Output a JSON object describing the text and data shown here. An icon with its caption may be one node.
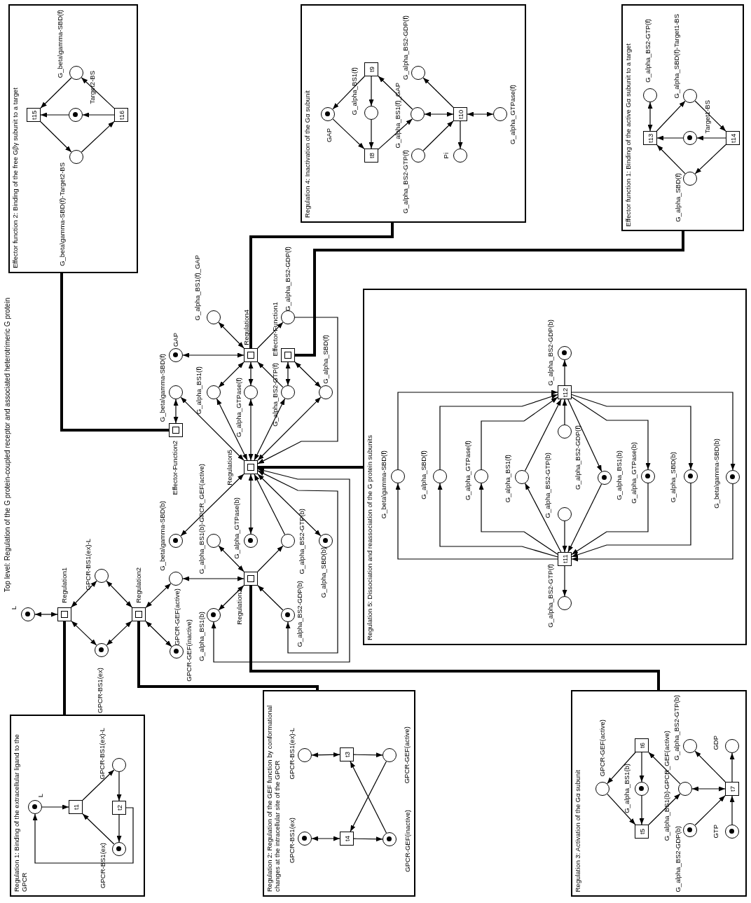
{
  "diagram": {
    "title": "Top level: Regulation of the G protein-coupled receptor and associated heterotrimeric G protein",
    "nodes": [
      {
        "text": [
          "L"
        ]
      },
      {
        "text": [
          "Regulation1"
        ]
      },
      {
        "text": [
          "GPCR-BS1(ex)-L"
        ]
      },
      {
        "text": [
          "GPCR-BS1(ex)"
        ]
      },
      {
        "text": [
          "Regulation2"
        ]
      },
      {
        "text": [
          "GPCR-GEF(active)"
        ]
      },
      {
        "text": [
          "GPCR-GEF(inactive)"
        ]
      },
      {
        "text": [
          "Regulation3"
        ]
      },
      {
        "text": [
          "G_alpha_BS1(b)"
        ]
      },
      {
        "text": [
          "G_alpha_BS2-GDP(b)"
        ]
      },
      {
        "text": [
          "G_alpha_BS1(b)-GPCR_GEF(active)"
        ]
      },
      {
        "text": [
          "G_alpha_BS2-GTP(b)"
        ]
      },
      {
        "text": [
          "G_beta\\gamma-SBD(b)"
        ]
      },
      {
        "text": [
          "G_alpha_GTPase(b)"
        ]
      },
      {
        "text": [
          "G_alpha_SBD(b)"
        ]
      },
      {
        "text": [
          "Regulation5"
        ]
      },
      {
        "text": [
          "G_beta\\gamma-SBD(f)"
        ]
      },
      {
        "text": [
          "Effector-Function2"
        ]
      },
      {
        "text": [
          "G_alpha_BS1(f)"
        ]
      },
      {
        "text": [
          "G_alpha_GTPase(f)"
        ]
      },
      {
        "text": [
          "G_alpha_BS2-GTP(f)"
        ]
      },
      {
        "text": [
          "G_alpha_SBD(f)"
        ]
      },
      {
        "text": [
          "Regulation4"
        ]
      },
      {
        "text": [
          "GAP"
        ]
      },
      {
        "text": [
          "G_alpha_BS1(f)_GAP"
        ]
      },
      {
        "text": [
          "G_alpha_BS2-GDP(f)"
        ]
      },
      {
        "text": [
          "Effector-Function1"
        ]
      },
      {
        "text": [
          "Regulation 1: Binding of the extracellular ligand to the GPCR"
        ]
      },
      {
        "text": [
          "L"
        ],
        "in": 27
      },
      {
        "text": [
          "t1"
        ],
        "in": 27
      },
      {
        "text": [
          "GPCR-BS1(ex)-L"
        ],
        "in": 27
      },
      {
        "text": [
          "t2"
        ],
        "in": 27
      },
      {
        "text": [
          "GPCR-BS1(ex)"
        ],
        "in": 27
      },
      {
        "text": [
          "Regulation 2: Regulation of the GEF function by conformational changes at the intracellular site of the GPCR"
        ]
      },
      {
        "text": [
          "GPCR-BS1(ex)-L"
        ],
        "in": 33
      },
      {
        "text": [
          "t3"
        ],
        "in": 33
      },
      {
        "text": [
          "GPCR-GEF(active)"
        ],
        "in": 33
      },
      {
        "text": [
          "GPCR-BS1(ex)"
        ],
        "in": 33
      },
      {
        "text": [
          "t4"
        ],
        "in": 33
      },
      {
        "text": [
          "GPCR-GEF(inactive)"
        ],
        "in": 33
      },
      {
        "text": [
          "Regulation 3: Activation of the Gα subunit"
        ]
      },
      {
        "text": [
          "GPCR-GEF(active)"
        ],
        "in": 40
      },
      {
        "text": [
          "G_alpha_BS1(b)"
        ],
        "in": 40
      },
      {
        "text": [
          "t6"
        ],
        "in": 40
      },
      {
        "text": [
          "t5"
        ],
        "in": 40
      },
      {
        "text": [
          "G_alpha_BS1(b)-GPCR_GEF(active)"
        ],
        "in": 40
      },
      {
        "text": [
          "G_alpha_BS2-GDP(b)"
        ],
        "in": 40
      },
      {
        "text": [
          "t7"
        ],
        "in": 40
      },
      {
        "text": [
          "G_alpha_BS2-GTP(b)"
        ],
        "in": 40
      },
      {
        "text": [
          "GDP"
        ],
        "in": 40
      },
      {
        "text": [
          "GTP"
        ],
        "in": 40
      },
      {
        "text": [
          "Regulation 5: Dissociation and reassociation of the G protein subunits"
        ]
      },
      {
        "text": [
          "G_alpha_BS2-GDP(b)"
        ],
        "in": 51
      },
      {
        "text": [
          "t12"
        ],
        "in": 51
      },
      {
        "text": [
          "G_alpha_BS2-GDP(f)"
        ],
        "in": 51
      },
      {
        "text": [
          "G_beta\\gamma-SBD(f)"
        ],
        "in": 51
      },
      {
        "text": [
          "G_alpha_SBD(f)"
        ],
        "in": 51
      },
      {
        "text": [
          "G_alpha_GTPase(f)"
        ],
        "in": 51
      },
      {
        "text": [
          "G_alpha_BS1(f)"
        ],
        "in": 51
      },
      {
        "text": [
          "G_alpha_BS2-GTP(b)"
        ],
        "in": 51
      },
      {
        "text": [
          "G_alpha_BS1(b)"
        ],
        "in": 51
      },
      {
        "text": [
          "G_alpha_GTPase(b)"
        ],
        "in": 51
      },
      {
        "text": [
          "G_alpha_SBD(b)"
        ],
        "in": 51
      },
      {
        "text": [
          "G_beta\\gamma-SBD(b)"
        ],
        "in": 51
      },
      {
        "text": [
          "t11"
        ],
        "in": 51
      },
      {
        "text": [
          "G_alpha_BS2-GTP(f)"
        ],
        "in": 51
      },
      {
        "text": [
          "Regulation 4: Inactivation of the Gα subunit"
        ]
      },
      {
        "text": [
          "GAP"
        ],
        "in": 66
      },
      {
        "text": [
          "G_alpha_BS1(f)"
        ],
        "in": 66
      },
      {
        "text": [
          "t9"
        ],
        "in": 66
      },
      {
        "text": [
          "t8"
        ],
        "in": 66
      },
      {
        "text": [
          "G_alpha_BS1(f)_GAP"
        ],
        "in": 66
      },
      {
        "text": [
          "G_alpha_BS2-GDP(f)"
        ],
        "in": 66
      },
      {
        "text": [
          "G_alpha_BS2-GTP(f)"
        ],
        "in": 66
      },
      {
        "text": [
          "t10"
        ],
        "in": 66
      },
      {
        "text": [
          "Pi"
        ],
        "in": 66
      },
      {
        "text": [
          "G_alpha_GTPase(f)"
        ],
        "in": 66
      },
      {
        "text": [
          "Effector function 2: Binding of the free Gβγ subunit to a target"
        ]
      },
      {
        "text": [
          "G_beta\\gamma-SBD(f)"
        ],
        "in": 77
      },
      {
        "text": [
          "Target2-BS"
        ],
        "in": 77
      },
      {
        "text": [
          "t15"
        ],
        "in": 77
      },
      {
        "text": [
          "t16"
        ],
        "in": 77
      },
      {
        "text": [
          "G_beta\\gamma-SBD(f)-Target2-BS"
        ],
        "in": 77
      },
      {
        "text": [
          "Effector function 1: Binding of the active Gα subunit to a target"
        ]
      },
      {
        "text": [
          "G_alpha_BS2-GTP(f)"
        ],
        "in": 83
      },
      {
        "text": [
          "t13"
        ],
        "in": 83
      },
      {
        "text": [
          "G_alpha_SBD(f)-Target1-BS"
        ],
        "in": 83
      },
      {
        "text": [
          "Target1-BS"
        ],
        "in": 83
      },
      {
        "text": [
          "t14"
        ],
        "in": 83
      },
      {
        "text": [
          "G_alpha_SBD(f)"
        ],
        "in": 83
      }
    ],
    "edges": [
      {
        "from": 0,
        "to": 1,
        "arrow": "both"
      },
      {
        "from": 1,
        "to": 2,
        "arrow": "both"
      },
      {
        "from": 1,
        "to": 3,
        "arrow": "both"
      },
      {
        "from": 4,
        "to": 2,
        "arrow": "both"
      },
      {
        "from": 4,
        "to": 3,
        "arrow": "both"
      },
      {
        "from": 4,
        "to": 5,
        "arrow": "both"
      },
      {
        "from": 4,
        "to": 6,
        "arrow": "both"
      },
      {
        "from": 7,
        "to": 5,
        "arrow": "both"
      },
      {
        "from": 7,
        "to": 8,
        "arrow": "both"
      },
      {
        "from": 7,
        "to": 10,
        "arrow": "both"
      },
      {
        "from": 7,
        "to": 11,
        "arrow": "to"
      },
      {
        "from": 9,
        "to": 7,
        "arrow": "to"
      },
      {
        "from": 15,
        "to": 8,
        "arrow": "both"
      },
      {
        "from": 15,
        "to": 9,
        "arrow": "both"
      },
      {
        "from": 15,
        "to": 12,
        "arrow": "both"
      },
      {
        "from": 15,
        "to": 13,
        "arrow": "both"
      },
      {
        "from": 11,
        "to": 15,
        "arrow": "to"
      },
      {
        "from": 15,
        "to": 14,
        "arrow": "both"
      },
      {
        "from": 15,
        "to": 16,
        "arrow": "both"
      },
      {
        "from": 15,
        "to": 18,
        "arrow": "both"
      },
      {
        "from": 15,
        "to": 19,
        "arrow": "both"
      },
      {
        "from": 15,
        "to": 20,
        "arrow": "both"
      },
      {
        "from": 15,
        "to": 21,
        "arrow": "both"
      },
      {
        "from": 25,
        "to": 15,
        "arrow": "to"
      },
      {
        "from": 17,
        "to": 16,
        "arrow": "both"
      },
      {
        "from": 22,
        "to": 23,
        "arrow": "both"
      },
      {
        "from": 22,
        "to": 24,
        "arrow": "both"
      },
      {
        "from": 22,
        "to": 25,
        "arrow": "to"
      },
      {
        "from": 22,
        "to": 18,
        "arrow": "both"
      },
      {
        "from": 22,
        "to": 19,
        "arrow": "both"
      },
      {
        "from": 20,
        "to": 22,
        "arrow": "to"
      },
      {
        "from": 26,
        "to": 20,
        "arrow": "both"
      },
      {
        "from": 26,
        "to": 21,
        "arrow": "both"
      },
      {
        "from": 1,
        "to": 27,
        "arrow": "none",
        "style": "thick"
      },
      {
        "from": 4,
        "to": 33,
        "arrow": "none",
        "style": "thick"
      },
      {
        "from": 7,
        "to": 40,
        "arrow": "none",
        "style": "thick"
      },
      {
        "from": 22,
        "to": 66,
        "arrow": "none",
        "style": "thick"
      },
      {
        "from": 15,
        "to": 51,
        "arrow": "none",
        "style": "thick"
      },
      {
        "from": 26,
        "to": 83,
        "arrow": "none",
        "style": "thick"
      },
      {
        "from": 17,
        "to": 77,
        "arrow": "none",
        "style": "thick"
      },
      {
        "from": 28,
        "to": 29,
        "arrow": "to"
      },
      {
        "from": 32,
        "to": 29,
        "arrow": "to"
      },
      {
        "from": 29,
        "to": 30,
        "arrow": "to"
      },
      {
        "from": 30,
        "to": 31,
        "arrow": "to"
      },
      {
        "from": 31,
        "to": 32,
        "arrow": "to"
      },
      {
        "from": 31,
        "to": 28,
        "arrow": "to"
      },
      {
        "from": 34,
        "to": 35,
        "arrow": "both"
      },
      {
        "from": 35,
        "to": 36,
        "arrow": "to"
      },
      {
        "from": 37,
        "to": 38,
        "arrow": "both"
      },
      {
        "from": 38,
        "to": 39,
        "arrow": "to"
      },
      {
        "from": 39,
        "to": 35,
        "arrow": "to"
      },
      {
        "from": 36,
        "to": 38,
        "arrow": "to"
      },
      {
        "from": 43,
        "to": 41,
        "arrow": "to"
      },
      {
        "from": 43,
        "to": 42,
        "arrow": "to"
      },
      {
        "from": 45,
        "to": 43,
        "arrow": "to"
      },
      {
        "from": 41,
        "to": 44,
        "arrow": "to"
      },
      {
        "from": 42,
        "to": 44,
        "arrow": "to"
      },
      {
        "from": 44,
        "to": 45,
        "arrow": "to"
      },
      {
        "from": 45,
        "to": 47,
        "arrow": "both"
      },
      {
        "from": 46,
        "to": 47,
        "arrow": "to"
      },
      {
        "from": 50,
        "to": 47,
        "arrow": "to"
      },
      {
        "from": 47,
        "to": 48,
        "arrow": "to"
      },
      {
        "from": 47,
        "to": 49,
        "arrow": "to"
      },
      {
        "from": 53,
        "to": 52,
        "arrow": "to"
      },
      {
        "from": 54,
        "to": 53,
        "arrow": "to"
      },
      {
        "from": 55,
        "to": 53,
        "arrow": "to"
      },
      {
        "from": 56,
        "to": 53,
        "arrow": "to"
      },
      {
        "from": 57,
        "to": 53,
        "arrow": "to"
      },
      {
        "from": 58,
        "to": 53,
        "arrow": "to"
      },
      {
        "from": 53,
        "to": 60,
        "arrow": "to"
      },
      {
        "from": 53,
        "to": 61,
        "arrow": "to"
      },
      {
        "from": 53,
        "to": 62,
        "arrow": "to"
      },
      {
        "from": 53,
        "to": 63,
        "arrow": "to"
      },
      {
        "from": 64,
        "to": 55,
        "arrow": "to"
      },
      {
        "from": 64,
        "to": 56,
        "arrow": "to"
      },
      {
        "from": 64,
        "to": 57,
        "arrow": "to"
      },
      {
        "from": 64,
        "to": 58,
        "arrow": "to"
      },
      {
        "from": 60,
        "to": 64,
        "arrow": "to"
      },
      {
        "from": 61,
        "to": 64,
        "arrow": "to"
      },
      {
        "from": 62,
        "to": 64,
        "arrow": "to"
      },
      {
        "from": 63,
        "to": 64,
        "arrow": "to"
      },
      {
        "from": 59,
        "to": 64,
        "arrow": "to"
      },
      {
        "from": 64,
        "to": 65,
        "arrow": "to"
      },
      {
        "from": 67,
        "to": 70,
        "arrow": "to"
      },
      {
        "from": 68,
        "to": 70,
        "arrow": "to"
      },
      {
        "from": 70,
        "to": 71,
        "arrow": "to"
      },
      {
        "from": 69,
        "to": 67,
        "arrow": "to"
      },
      {
        "from": 69,
        "to": 68,
        "arrow": "to"
      },
      {
        "from": 71,
        "to": 69,
        "arrow": "to"
      },
      {
        "from": 71,
        "to": 74,
        "arrow": "both"
      },
      {
        "from": 74,
        "to": 72,
        "arrow": "to"
      },
      {
        "from": 73,
        "to": 74,
        "arrow": "to"
      },
      {
        "from": 74,
        "to": 75,
        "arrow": "to"
      },
      {
        "from": 74,
        "to": 76,
        "arrow": "both"
      },
      {
        "from": 78,
        "to": 80,
        "arrow": "to"
      },
      {
        "from": 79,
        "to": 80,
        "arrow": "to"
      },
      {
        "from": 80,
        "to": 82,
        "arrow": "to"
      },
      {
        "from": 82,
        "to": 81,
        "arrow": "to"
      },
      {
        "from": 81,
        "to": 79,
        "arrow": "to"
      },
      {
        "from": 81,
        "to": 78,
        "arrow": "to"
      },
      {
        "from": 84,
        "to": 85,
        "arrow": "both"
      },
      {
        "from": 89,
        "to": 85,
        "arrow": "to"
      },
      {
        "from": 87,
        "to": 85,
        "arrow": "to"
      },
      {
        "from": 85,
        "to": 86,
        "arrow": "to"
      },
      {
        "from": 86,
        "to": 88,
        "arrow": "to"
      },
      {
        "from": 88,
        "to": 87,
        "arrow": "to"
      },
      {
        "from": 88,
        "to": 89,
        "arrow": "to"
      }
    ]
  }
}
